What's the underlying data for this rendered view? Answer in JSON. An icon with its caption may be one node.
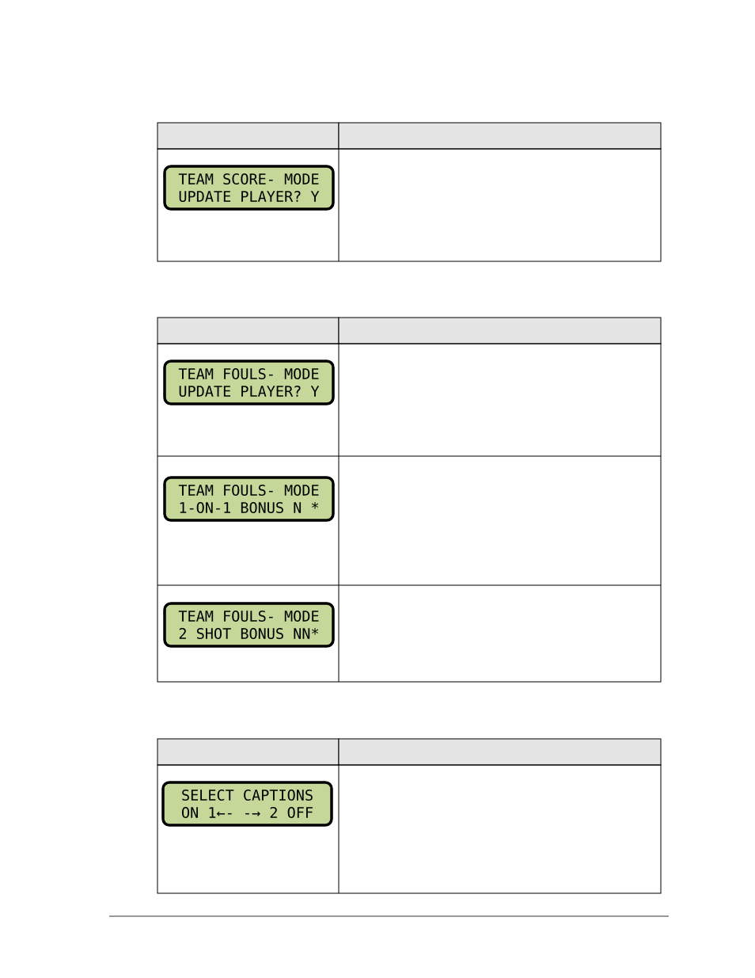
{
  "diagram": {
    "nodes": [
      {
        "text": [
          "TEAM SCORE- MODE",
          "UPDATE PLAYER? Y"
        ]
      },
      {
        "text": [
          "TEAM FOULS- MODE",
          "UPDATE PLAYER? Y"
        ]
      },
      {
        "text": [
          "TEAM FOULS- MODE",
          "1-ON-1 BONUS N *"
        ]
      },
      {
        "text": [
          "TEAM FOULS- MODE",
          "2 SHOT BONUS NN*"
        ]
      },
      {
        "text": [
          "SELECT CAPTIONS",
          "ON 1←- -→ 2 OFF"
        ]
      }
    ]
  }
}
